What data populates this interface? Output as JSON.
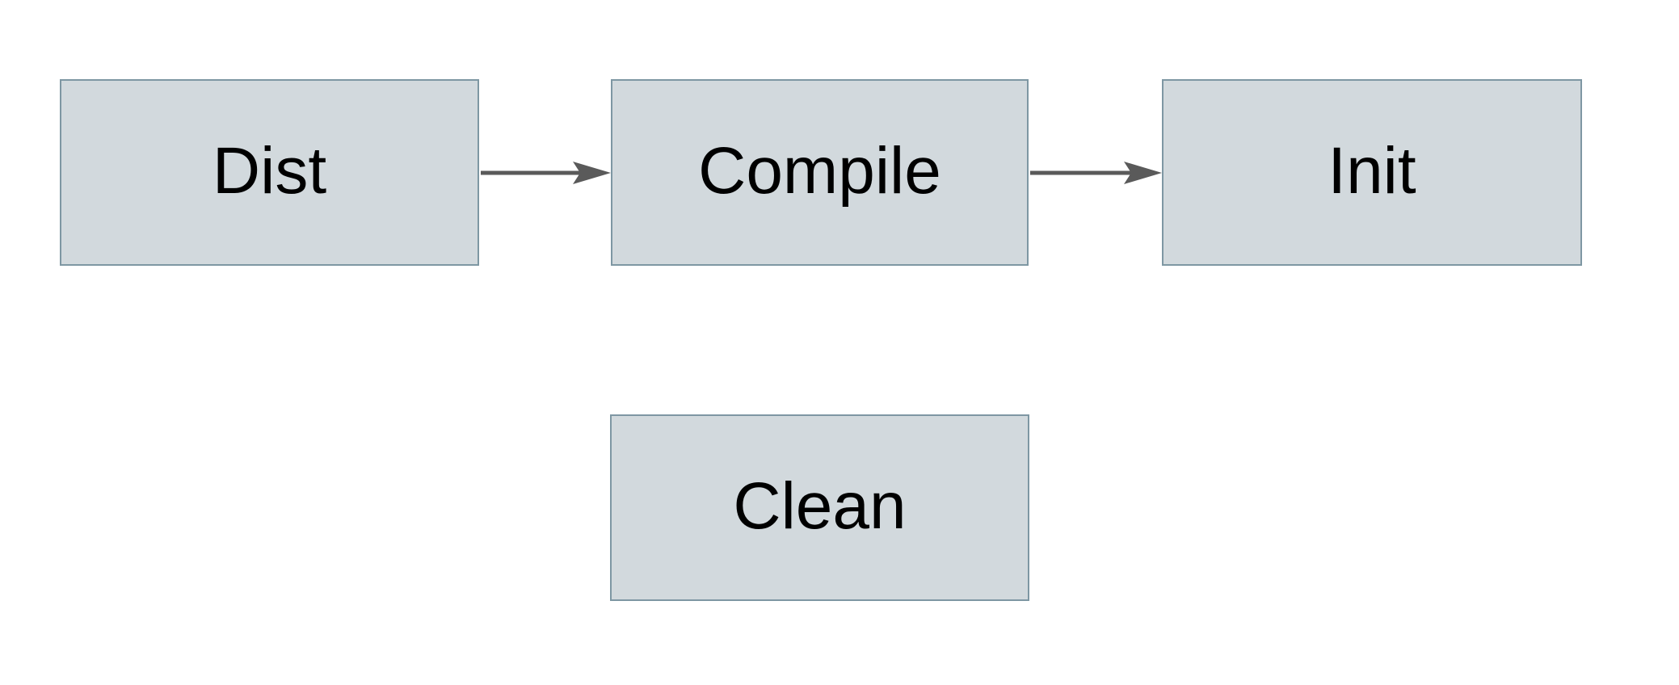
{
  "page": {
    "background": "#ffffff"
  },
  "diagram": {
    "type": "flowchart",
    "nodes": [
      {
        "id": "dist",
        "label": "Dist"
      },
      {
        "id": "compile",
        "label": "Compile"
      },
      {
        "id": "init",
        "label": "Init"
      },
      {
        "id": "clean",
        "label": "Clean"
      }
    ],
    "edges": [
      {
        "from": "Dist",
        "to": "Compile"
      },
      {
        "from": "Compile",
        "to": "Init"
      }
    ],
    "colors": {
      "node_fill": "#d2d9dd",
      "node_border": "#7e97a3",
      "arrow": "#5a5a5a",
      "label_text": "#000000",
      "background": "#ffffff"
    }
  }
}
